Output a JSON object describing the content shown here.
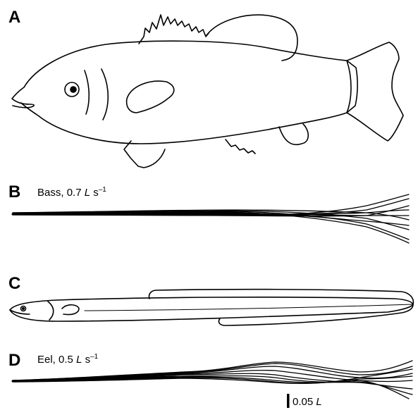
{
  "panels": {
    "a": {
      "letter": "A"
    },
    "b": {
      "letter": "B",
      "species": "Bass,",
      "speed_value": "0.7",
      "length_unit": "L",
      "time_unit": "s",
      "exponent": "–1"
    },
    "c": {
      "letter": "C"
    },
    "d": {
      "letter": "D",
      "species": "Eel,",
      "speed_value": "0.5",
      "length_unit": "L",
      "time_unit": "s",
      "exponent": "–1"
    }
  },
  "scale_bar": {
    "value": "0.05",
    "unit": "L"
  }
}
